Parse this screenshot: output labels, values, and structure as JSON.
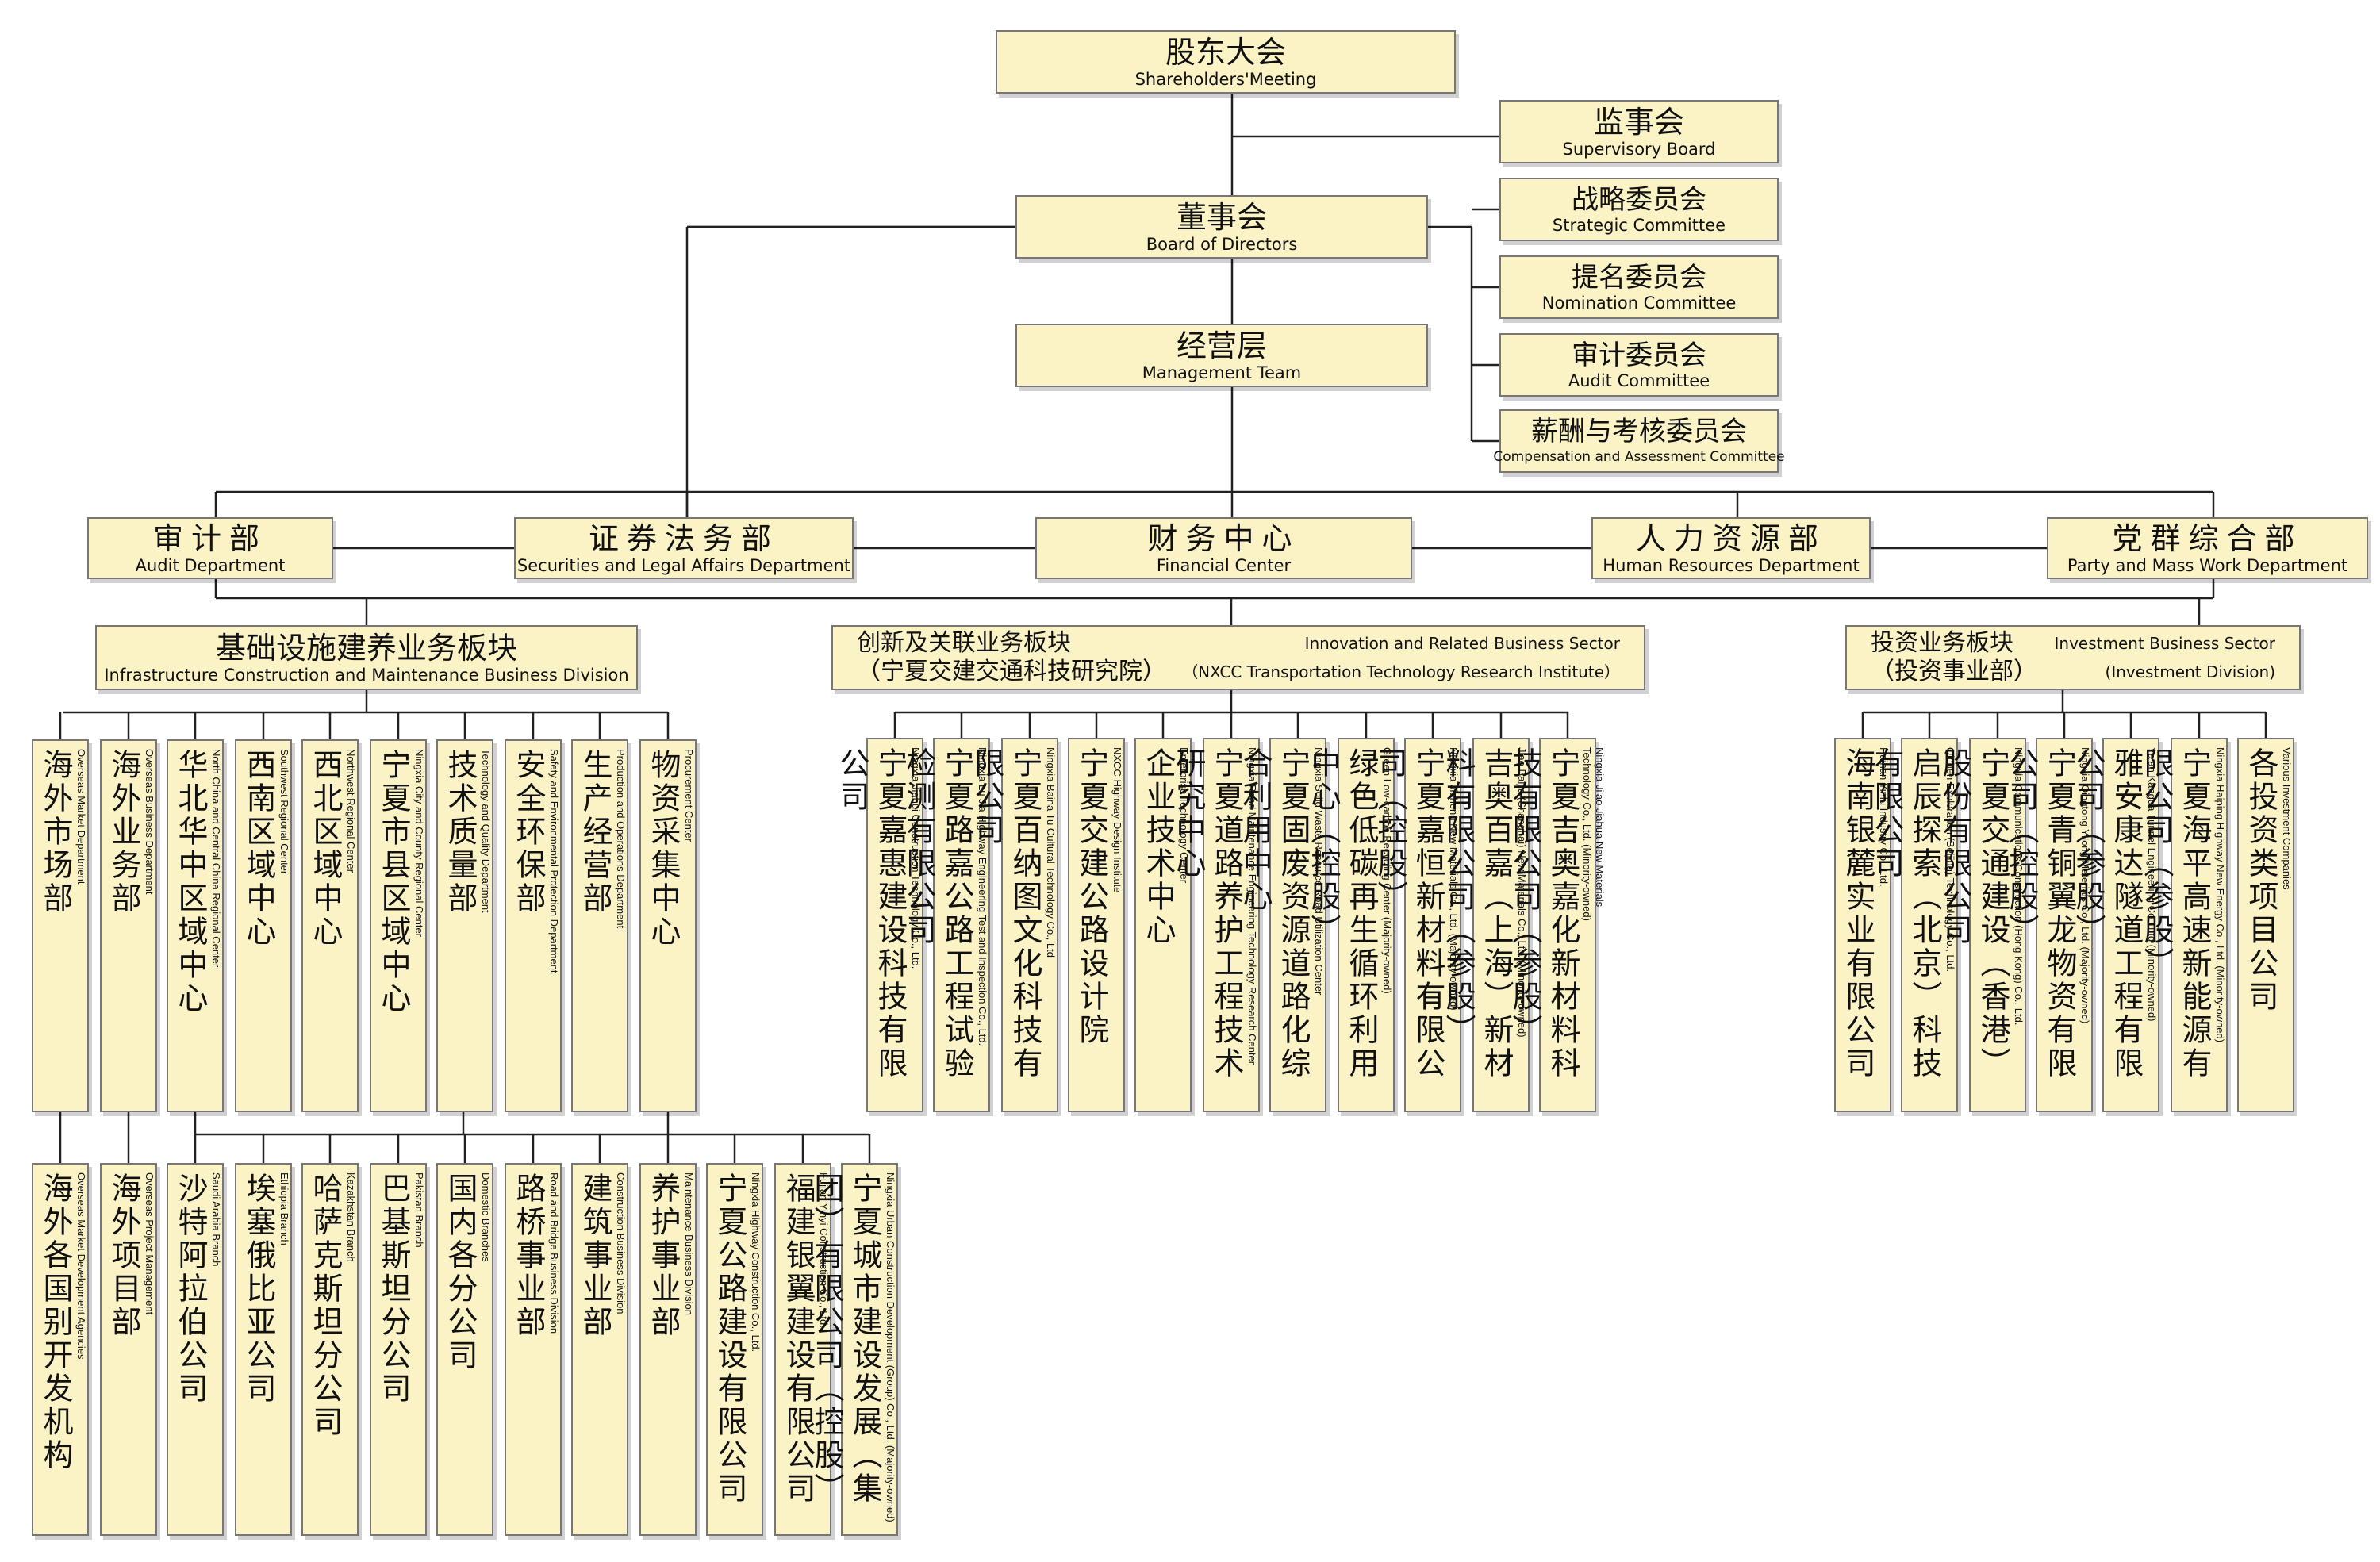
{
  "top": {
    "shareholders": {
      "zh": "股东大会",
      "en": "Shareholders'Meeting"
    },
    "supervisory": {
      "zh": "监事会",
      "en": "Supervisory Board"
    },
    "board": {
      "zh": "董事会",
      "en": "Board of Directors"
    },
    "management": {
      "zh": "经营层",
      "en": "Management Team"
    },
    "strategic": {
      "zh": "战略委员会",
      "en": "Strategic Committee"
    },
    "nomination": {
      "zh": "提名委员会",
      "en": "Nomination Committee"
    },
    "audit_committee": {
      "zh": "审计委员会",
      "en": "Audit Committee"
    },
    "compensation": {
      "zh": "薪酬与考核委员会",
      "en": "Compensation and Assessment Committee"
    }
  },
  "departments": [
    {
      "zh": "审计部",
      "en": "Audit Department"
    },
    {
      "zh": "证券法务部",
      "en": "Securities and Legal Affairs Department"
    },
    {
      "zh": "财务中心",
      "en": "Financial Center"
    },
    {
      "zh": "人力资源部",
      "en": "Human Resources Department"
    },
    {
      "zh": "党群综合部",
      "en": "Party and Mass Work Department"
    }
  ],
  "sectors": {
    "infra": {
      "zh": "基础设施建养业务板块",
      "en": "Infrastructure Construction and Maintenance Business Division"
    },
    "innovation": {
      "zh1": "创新及关联业务板块",
      "en1": "Innovation and Related Business Sector",
      "zh2": "（宁夏交建交通科技研究院）",
      "en2": "（NXCC Transportation Technology Research Institute）"
    },
    "investment": {
      "zh1": "投资业务板块",
      "en1": "Investment Business Sector",
      "zh2": "（投资事业部）",
      "en2": "(Investment Division)"
    }
  },
  "infra_units": [
    {
      "zh": "海外市场部",
      "en": [
        "Overseas Market Department"
      ]
    },
    {
      "zh": "海外业务部",
      "en": [
        "Overseas Business Department"
      ]
    },
    {
      "zh": "华北华中区域中心",
      "en": [
        "North China and Central China Regional Center"
      ]
    },
    {
      "zh": "西南区域中心",
      "en": [
        "Southwest Regional Center"
      ]
    },
    {
      "zh": "西北区域中心",
      "en": [
        "Northwest Regional Center"
      ]
    },
    {
      "zh": "宁夏市县区域中心",
      "en": [
        "Ningxia City and County Regional Center"
      ]
    },
    {
      "zh": "技术质量部",
      "en": [
        "Technology and Quality Department"
      ]
    },
    {
      "zh": "安全环保部",
      "en": [
        "Safety and Environmental Protection Department"
      ]
    },
    {
      "zh": "生产经营部",
      "en": [
        "Production and Operations Department"
      ]
    },
    {
      "zh": "物资采集中心",
      "en": [
        "Procurement Center"
      ]
    }
  ],
  "infra_subunits": [
    {
      "zh": "海外各国别开发机构",
      "en": [
        "Overseas Market Development Agencies"
      ]
    },
    {
      "zh": "海外项目部",
      "en": [
        "Overseas Project Management"
      ]
    },
    {
      "zh": "沙特阿拉伯公司",
      "en": [
        "Saudi Arabia Branch"
      ]
    },
    {
      "zh": "埃塞俄比亚公司",
      "en": [
        "Ethiopia Branch"
      ]
    },
    {
      "zh": "哈萨克斯坦分公司",
      "en": [
        "Kazakhstan Branch"
      ]
    },
    {
      "zh": "巴基斯坦分公司",
      "en": [
        "Pakistan Branch"
      ]
    },
    {
      "zh": "国内各分公司",
      "en": [
        "Domestic Branches"
      ]
    },
    {
      "zh": "路桥事业部",
      "en": [
        "Road and Bridge Business Division"
      ]
    },
    {
      "zh": "建筑事业部",
      "en": [
        "Construction Business Division"
      ]
    },
    {
      "zh": "养护事业部",
      "en": [
        "Maintenance Business Division"
      ]
    },
    {
      "zh": "宁夏公路建设有限公司",
      "en": [
        "Ningxia Highway Construction Co., Ltd."
      ]
    },
    {
      "zh": "福建银翼建设有限公司",
      "en": [
        "Fujian Yinyi Construction Co., Ltd."
      ]
    },
    {
      "zh": "宁夏城市建设发展（集团）有限公司（控股）",
      "en": [
        "Ningxia Urban Construction Development (Group) Co., Ltd. (Majority-owned)"
      ]
    }
  ],
  "innovation_units": [
    {
      "zh": "宁夏嘉惠建设科技有限公司",
      "en": [
        "Ningxia Jiahui Construction Technology Co., Ltd."
      ]
    },
    {
      "zh": "宁夏路嘉公路工程试验检测有限公司",
      "en": [
        "Ningxia Lu Jia Highway Engineering Test and Inspection Co., Ltd."
      ]
    },
    {
      "zh": "宁夏百纳图文化科技有限公司",
      "en": [
        "Ningxia Baina Tu Cultural Technology Co., Ltd"
      ]
    },
    {
      "zh": "宁夏交建公路设计院",
      "en": [
        "NXCC Highway Design Institute"
      ]
    },
    {
      "zh": "企业技术中心",
      "en": [
        "Enterprise Technology Center"
      ]
    },
    {
      "zh": "宁夏道路养护工程技术研究中心",
      "en": [
        "Ningxia Road Maintenance Engineering Technology Research Center"
      ]
    },
    {
      "zh": "宁夏固废资源道路化综合利用中心",
      "en": [
        "Ningxia Solid Waste Resource Road Utilization Center"
      ]
    },
    {
      "zh": "绿色低碳再生循环利用中心（控股）",
      "en": [
        "Green Low-carbon Recycling Center (Majority-owned)"
      ]
    },
    {
      "zh": "宁夏嘉恒新材料有限公司（控股）",
      "en": [
        "Ningxia Jiaheng New Materials Co., Ltd. (Majority-owned)"
      ]
    },
    {
      "zh": "吉奥百嘉（上海）新材料有限公司（参股）",
      "en": [
        "Jiao Baijia (Shanghai) New Materials Co., Ltd. (Minority-owned)"
      ]
    },
    {
      "zh": "宁夏吉奥嘉化新材料科技有限公司（参股）",
      "en": [
        "Ningxia Ji'ao Jiahua New Materials",
        "Technology Co., Ltd. (Minority-owned)"
      ]
    }
  ],
  "investment_units": [
    {
      "zh": "海南银麓实业有限公司",
      "en": [
        "Hainan Yinlu Industry Co., Ltd."
      ]
    },
    {
      "zh": "启辰探索（北京）科技有限公司",
      "en": [
        "Qichen Exploration (Beijing) Technology Co., Ltd."
      ]
    },
    {
      "zh": "宁夏交通建设（香港）股份有限公司",
      "en": [
        "Ningxia Communications Construction (Hong Kong) Co., Ltd."
      ]
    },
    {
      "zh": "宁夏青铜翼龙物资有限公司（控股）",
      "en": [
        "Ningxia Qingtong Yilong Materials Co., Ltd. (Majority-owned)"
      ]
    },
    {
      "zh": "雅安康达隧道工程有限公司（参股）",
      "en": [
        "Ya'an Kangda Tunnel Engineering Co., Ltd (Minority-owned)"
      ]
    },
    {
      "zh": "宁夏海平高速新能源有限公司（参股）",
      "en": [
        "Ningxia Haiping Highway New Energy Co., Ltd. (Minority-owned)"
      ]
    },
    {
      "zh": "各投资类项目公司",
      "en": [
        "Various Investment Companies"
      ]
    }
  ]
}
